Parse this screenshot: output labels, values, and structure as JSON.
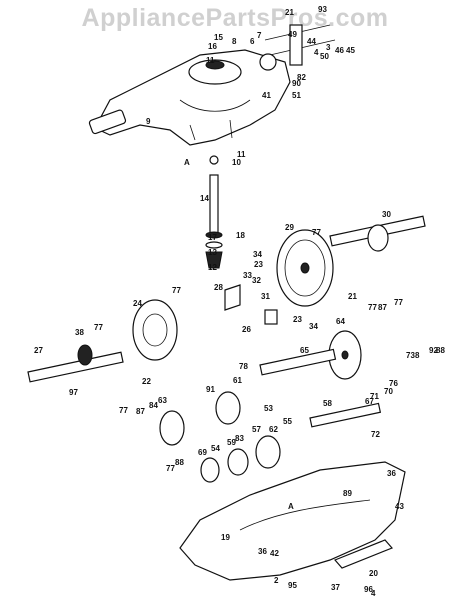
{
  "watermark": "AppliancePartsPros.com",
  "callouts": [
    "93",
    "21",
    "15",
    "49",
    "7",
    "44",
    "8",
    "16",
    "6",
    "3",
    "4",
    "50",
    "46",
    "45",
    "11",
    "82",
    "90",
    "51",
    "41",
    "9",
    "11",
    "A",
    "10",
    "14",
    "17",
    "18",
    "34",
    "13",
    "23",
    "12",
    "29",
    "30",
    "77",
    "21",
    "33",
    "32",
    "28",
    "24",
    "31",
    "77",
    "23",
    "34",
    "27",
    "38",
    "77",
    "26",
    "64",
    "77",
    "87",
    "77",
    "22",
    "65",
    "97",
    "91",
    "61",
    "78",
    "73",
    "8",
    "92",
    "88",
    "76",
    "71",
    "70",
    "63",
    "77",
    "87",
    "84",
    "53",
    "67",
    "55",
    "58",
    "72",
    "62",
    "59",
    "83",
    "57",
    "54",
    "69",
    "77",
    "88",
    "36",
    "89",
    "43",
    "A",
    "36",
    "42",
    "19",
    "20",
    "2",
    "95",
    "37",
    "96",
    "4"
  ],
  "labels_style": {
    "ink": "#111111",
    "paper": "#ffffff",
    "watermark": "#d0d0d0"
  }
}
